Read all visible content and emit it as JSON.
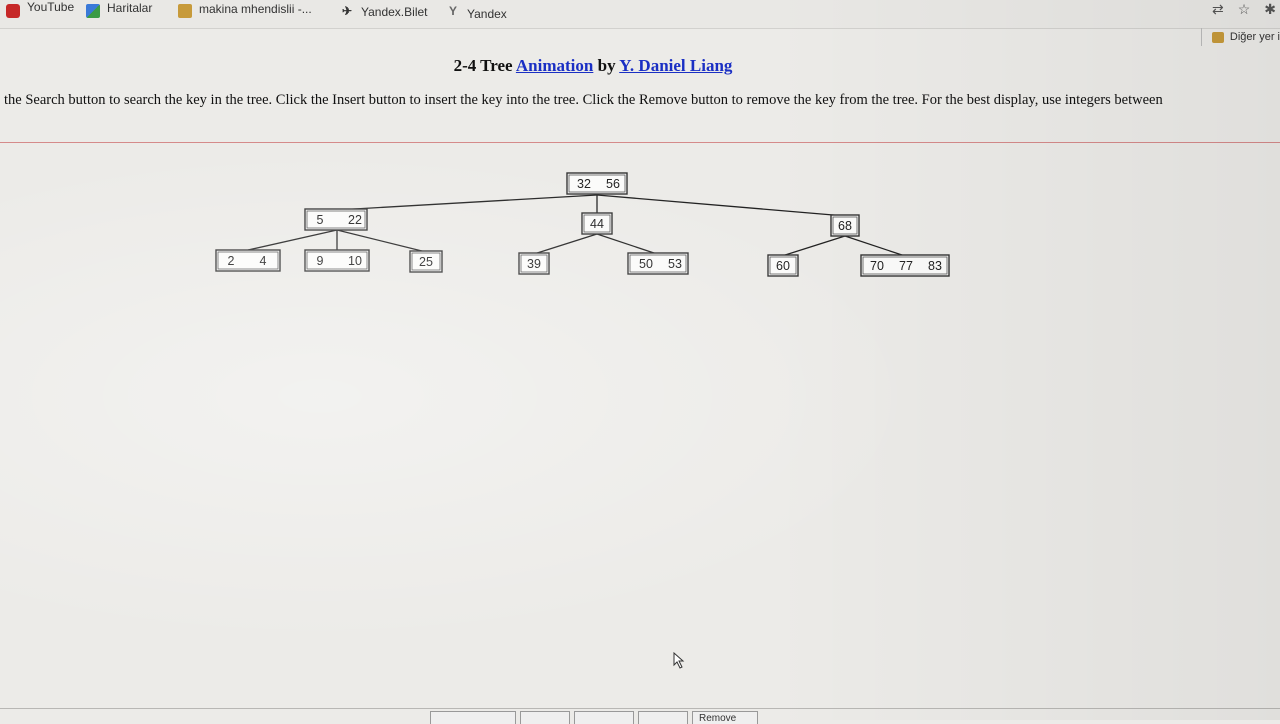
{
  "bookmarks": [
    {
      "label": "YouTube",
      "icon": "youtube-icon"
    },
    {
      "label": "Haritalar",
      "icon": "maps-icon"
    },
    {
      "label": "makina mhendislii -...",
      "icon": "folder-icon"
    },
    {
      "label": "Yandex.Bilet",
      "icon": "yandex-bilet-icon"
    },
    {
      "label": "Yandex",
      "icon": "yandex-icon"
    }
  ],
  "other_bookmarks": "Diğer yer i",
  "page": {
    "title_prefix": "2-4 Tree",
    "title_link1": "Animation",
    "title_by": "by",
    "title_link2": "Y. Daniel Liang",
    "instructions": "the Search button to search the key in the tree. Click the Insert button to insert the key into the tree. Click the Remove button to remove the key from the tree. For the best display, use integers between"
  },
  "tree": {
    "root": {
      "keys": [
        32,
        56
      ]
    },
    "level1": [
      {
        "keys": [
          5,
          22
        ]
      },
      {
        "keys": [
          44
        ]
      },
      {
        "keys": [
          68
        ]
      }
    ],
    "leaves": [
      {
        "keys": [
          2,
          4
        ]
      },
      {
        "keys": [
          9,
          10
        ]
      },
      {
        "keys": [
          25
        ]
      },
      {
        "keys": [
          39
        ]
      },
      {
        "keys": [
          50,
          53
        ]
      },
      {
        "keys": [
          60
        ]
      },
      {
        "keys": [
          70,
          77,
          83
        ]
      }
    ]
  },
  "controls": [
    "",
    "",
    "",
    "",
    "Remove"
  ]
}
